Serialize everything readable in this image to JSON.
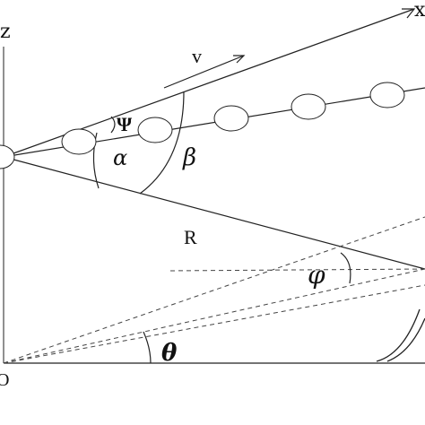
{
  "labels": {
    "axis_z": "z",
    "axis_x": "x",
    "origin": "O",
    "velocity": "v",
    "psi": "Ψ",
    "alpha": "α",
    "beta": "β",
    "range": "R",
    "phi": "φ",
    "theta": "θ"
  },
  "colors": {
    "stroke": "#222222",
    "dashed": "#444444",
    "ellipse_fill": "#ffffff"
  }
}
